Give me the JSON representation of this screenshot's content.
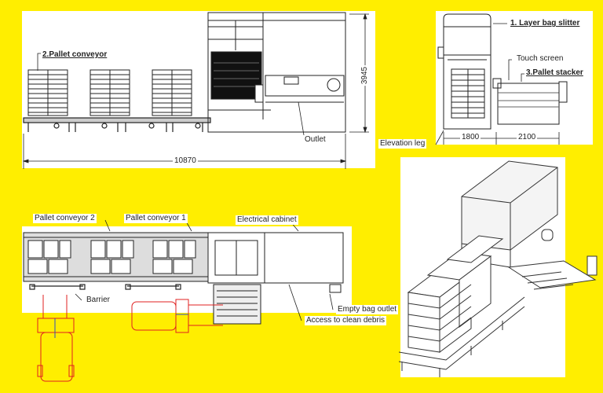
{
  "diagram": {
    "background_color": "#ffee00",
    "line_color": "#222222",
    "forklift_color": "#e02020",
    "views": {
      "side_view": {
        "labels": {
          "pallet_conveyor": "2.Pallet conveyor",
          "outlet": "Outlet"
        },
        "dimensions": {
          "length": "10870",
          "height": "3945"
        }
      },
      "end_view": {
        "labels": {
          "layer_bag_slitter": "1. Layer bag slitter",
          "touch_screen": "Touch screen",
          "pallet_stacker": "3.Pallet stacker",
          "elevation_leg": "Elevation leg"
        },
        "dimensions": {
          "width_left": "1800",
          "width_right": "2100"
        }
      },
      "top_view": {
        "labels": {
          "pallet_conveyor_2": "Pallet conveyor 2",
          "pallet_conveyor_1": "Pallet conveyor 1",
          "electrical_cabinet": "Electrical cabinet",
          "barrier": "Barrier",
          "empty_bag_outlet": "Empty bag outlet",
          "access_to_clean_debris": "Access to clean debris"
        }
      },
      "isometric_view": {}
    }
  }
}
